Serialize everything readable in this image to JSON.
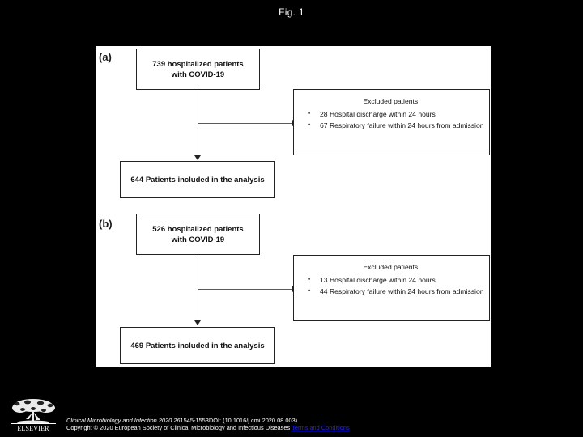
{
  "slide": {
    "title": "Fig. 1",
    "background_color": "#000000"
  },
  "figure": {
    "panel_a": {
      "label": "(a)",
      "source_box": {
        "line1": "739  hospitalized patients",
        "line2": "with COVID-19"
      },
      "excluded_box": {
        "title": "Excluded patients:",
        "items": [
          "28 Hospital discharge within 24 hours",
          "67 Respiratory failure within 24 hours from admission"
        ]
      },
      "included_box": {
        "text": "644 Patients included in the analysis"
      }
    },
    "panel_b": {
      "label": "(b)",
      "source_box": {
        "line1": "526  hospitalized patients",
        "line2": "with COVID-19"
      },
      "excluded_box": {
        "title": "Excluded patients:",
        "items": [
          "13 Hospital discharge within 24 hours",
          "44 Respiratory failure within 24 hours from admission"
        ]
      },
      "included_box": {
        "text": "469 Patients included in the analysis"
      }
    }
  },
  "footer": {
    "citation": "Clinical Microbiology and Infection 2020 26",
    "citation_plain": "1545-1553DOI: (10.1016/j.cmi.2020.08.003)",
    "copyright": "Copyright © 2020 European Society of Clinical Microbiology and Infectious Diseases ",
    "terms_link": "Terms and Conditions",
    "link_color": "#2424f0"
  },
  "logo": {
    "wordmark": "ELSEVIER"
  }
}
